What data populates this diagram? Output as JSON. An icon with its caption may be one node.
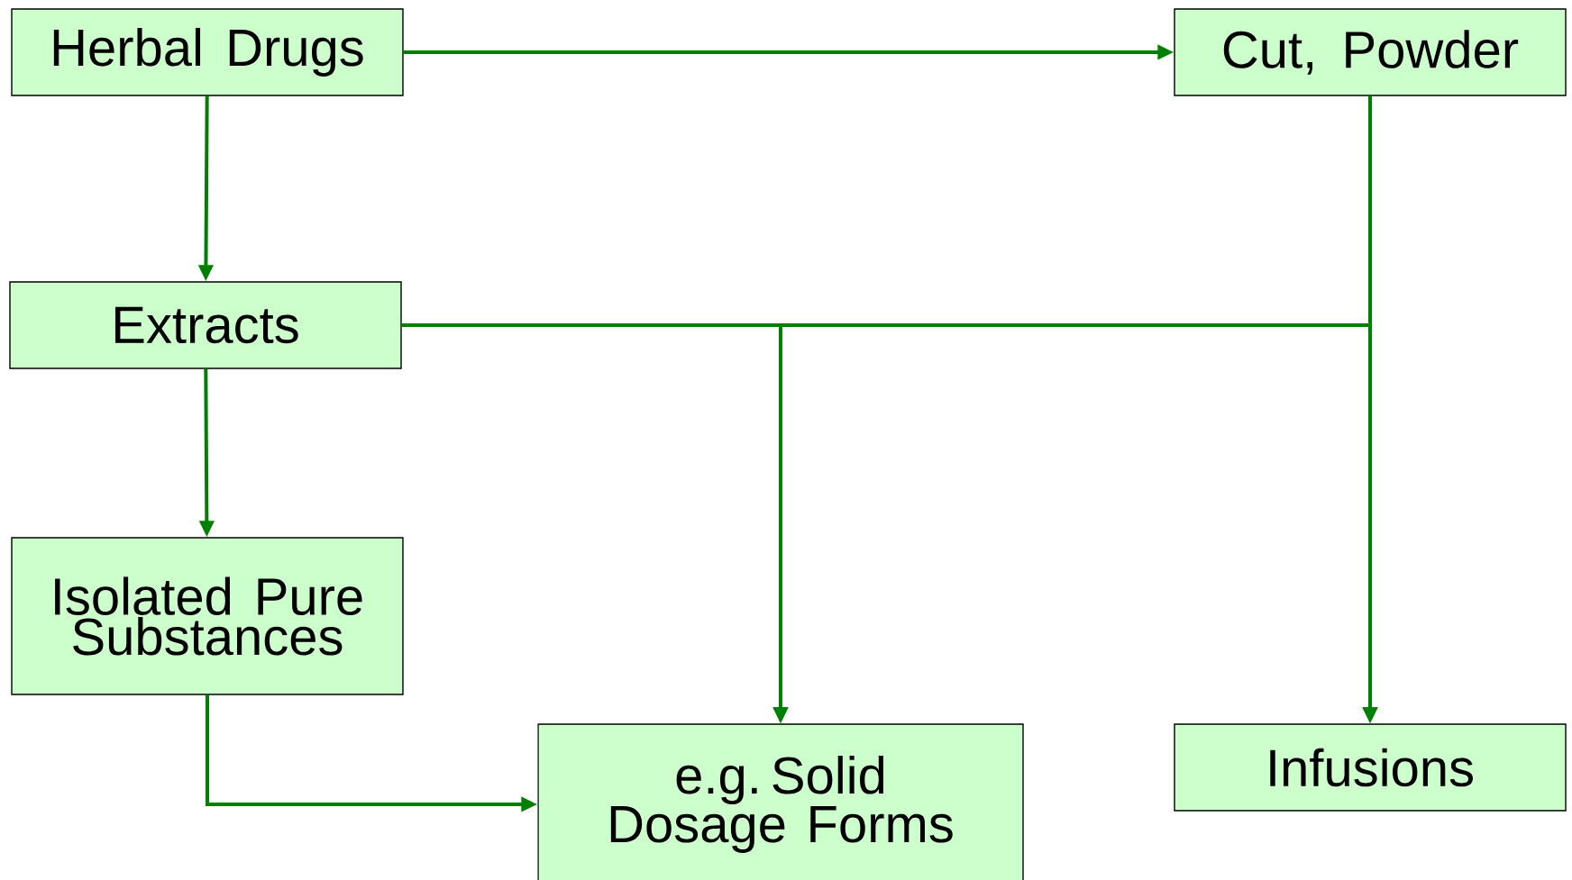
{
  "diagram": {
    "nodes": [
      {
        "text": [
          "Herbal Drugs"
        ]
      },
      {
        "text": [
          "Cut, Powder"
        ]
      },
      {
        "text": [
          "Extracts"
        ]
      },
      {
        "text": [
          "Isolated Pure Substances"
        ]
      },
      {
        "text": [
          "e.g. Solid Dosage Forms"
        ]
      },
      {
        "text": [
          "Infusions"
        ]
      }
    ],
    "edges": [
      {
        "from": 0,
        "to": 1,
        "arrow": "to"
      },
      {
        "from": 0,
        "to": 2,
        "arrow": "to"
      },
      {
        "from": 2,
        "to": 3,
        "arrow": "to"
      },
      {
        "from": 3,
        "to": 4,
        "arrow": "to"
      },
      {
        "from": 2,
        "to": 4,
        "arrow": "to"
      },
      {
        "from": 2,
        "to": 5,
        "arrow": "to"
      },
      {
        "from": 1,
        "to": 4,
        "arrow": "to"
      },
      {
        "from": 1,
        "to": 5,
        "arrow": "to"
      }
    ]
  }
}
